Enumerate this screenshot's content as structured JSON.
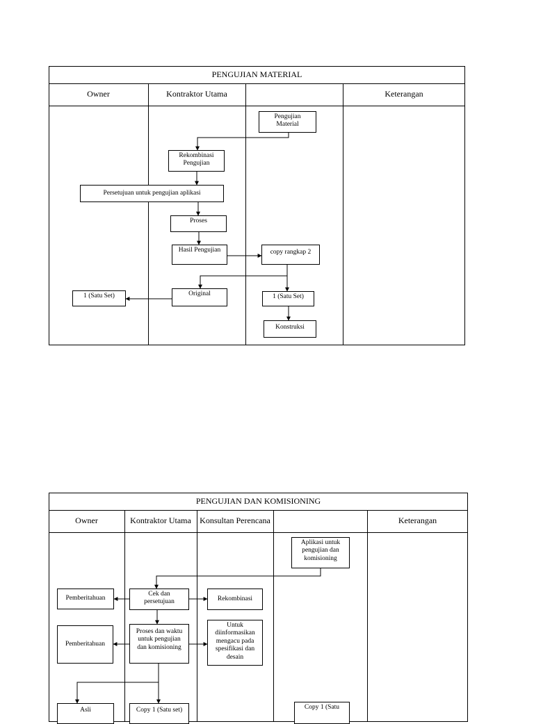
{
  "diagram1": {
    "title": "PENGUJIAN MATERIAL",
    "columns": [
      "Owner",
      "Kontraktor Utama",
      "",
      "Keterangan"
    ],
    "boxes": {
      "pengujian_material": "Pengujian\nMaterial",
      "rekombinasi_pengujian": "Rekombinasi\nPengujian",
      "persetujuan": "Persetujuan untuk pengujian aplikasi",
      "proses": "Proses",
      "hasil_pengujian": "Hasil Pengujian",
      "copy_rangkap": "copy rangkap 2",
      "original": "Original",
      "satu_set_owner": "1 (Satu Set)",
      "satu_set_right": "1 (Satu Set)",
      "konstruksi": "Konstruksi"
    }
  },
  "diagram2": {
    "title": "PENGUJIAN DAN KOMISIONING",
    "columns": [
      "Owner",
      "Kontraktor Utama",
      "Konsultan Perencana",
      "",
      "Keterangan"
    ],
    "boxes": {
      "aplikasi": "Aplikasi untuk\npengujian dan\nkomisioning",
      "cek_persetujuan": "Cek dan\npersetujuan",
      "pemberitahuan_1": "Pemberitahuan",
      "rekombinasi": "Rekombinasi",
      "proses_waktu": "Proses dan waktu\nuntuk pengujian\ndan komisioning",
      "pemberitahuan_2": "Pemberitahuan",
      "untuk_diinformasikan": "Untuk\ndiinformasikan\nmengacu pada\nspesifikasi dan\ndesain",
      "asli": "Asli",
      "copy_satu_set": "Copy 1 (Satu set)",
      "copy_satu_right": "Copy 1 (Satu"
    }
  }
}
